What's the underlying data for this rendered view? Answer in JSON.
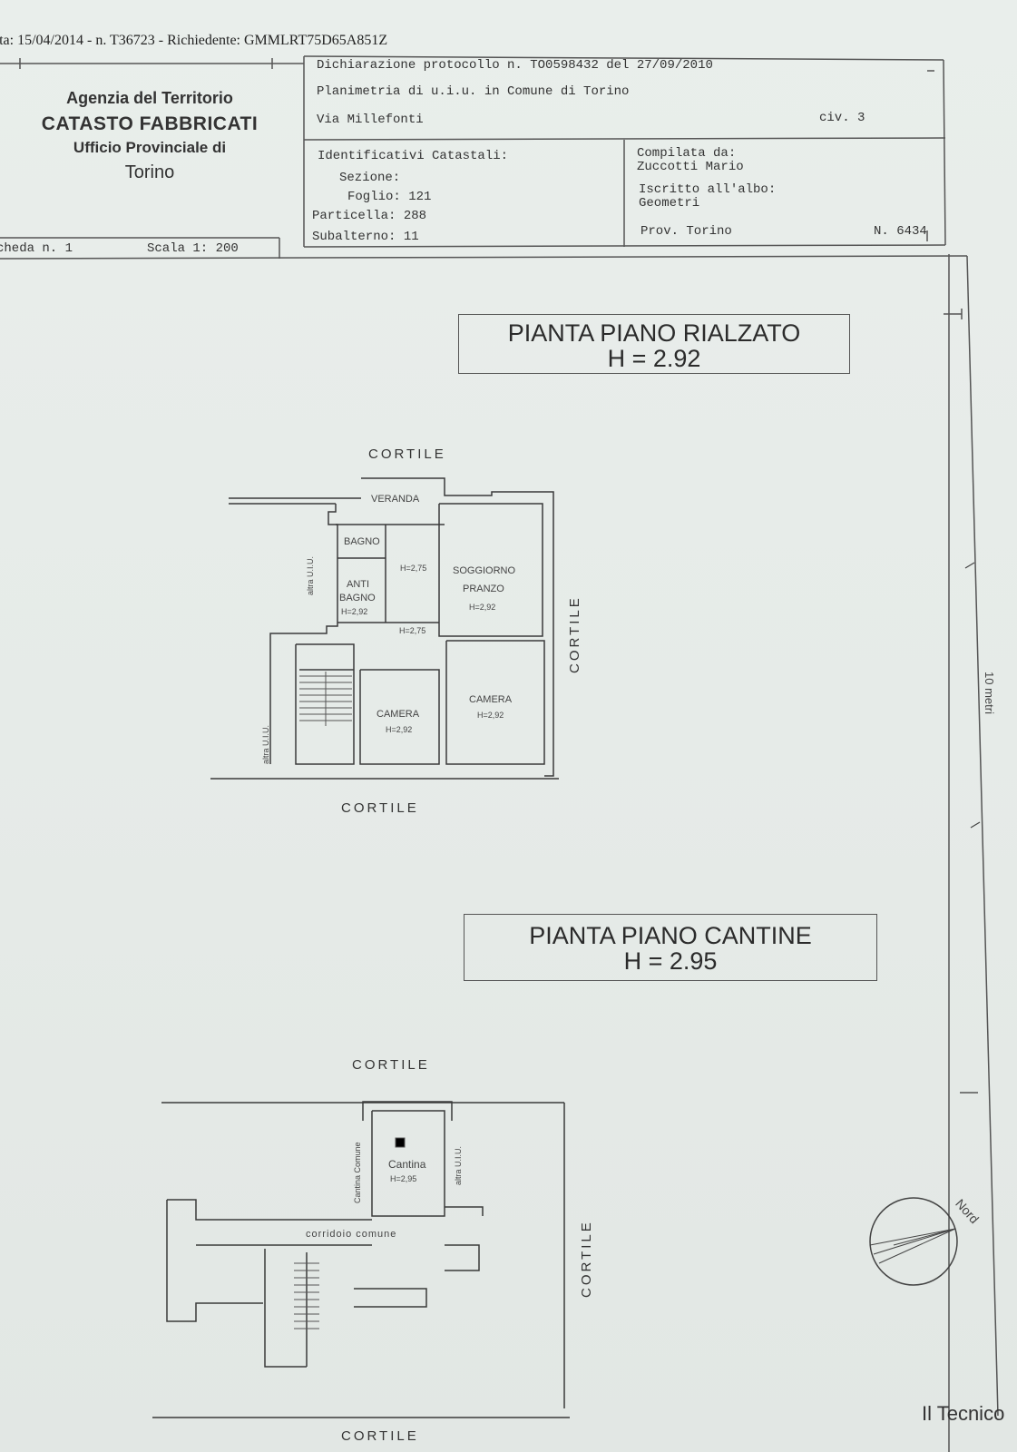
{
  "header": {
    "top_line": "ata: 15/04/2014 - n. T36723 - Richiedente: GMMLRT75D65A851Z",
    "agency": {
      "line1": "Agenzia del Territorio",
      "line2": "CATASTO FABBRICATI",
      "line3": "Ufficio Provinciale di",
      "line4": "Torino"
    },
    "scheda": "cheda n. 1",
    "scala": "Scala 1: 200",
    "dichiarazione": "Dichiarazione protocollo n. TO0598432 del 27/09/2010",
    "planimetria": "Planimetria di u.i.u. in Comune di Torino",
    "via": "Via Millefonti",
    "civ": "civ. 3",
    "identificativi_title": "Identificativi Catastali:",
    "sezione": "Sezione:",
    "foglio": "Foglio: 121",
    "particella": "Particella: 288",
    "subalterno": "Subalterno: 11",
    "compilata_title": "Compilata da:",
    "compilata_name": "Zuccotti Mario",
    "iscritto_title": "Iscritto all'albo:",
    "iscritto_value": "Geometri",
    "prov": "Prov. Torino",
    "numero": "N.  6434"
  },
  "plan_rialzato": {
    "title": "PIANTA PIANO RIALZATO",
    "height": "H = 2.92",
    "cortile_top": "CORTILE",
    "cortile_bottom": "CORTILE",
    "cortile_right": "CORTILE",
    "veranda": "VERANDA",
    "bagno": "BAGNO",
    "anti": "ANTI",
    "anti2": "BAGNO",
    "anti_h": "H=2,92",
    "corr_h1": "H=2,75",
    "corr_h2": "H=2,75",
    "soggiorno": "SOGGIORNO",
    "pranzo": "PRANZO",
    "soggiorno_h": "H=2,92",
    "camera1": "CAMERA",
    "camera1_h": "H=2,92",
    "camera2": "CAMERA",
    "camera2_h": "H=2,92",
    "altra1": "altra U.I.U.",
    "altra2": "altra U.I.U."
  },
  "plan_cantine": {
    "title": "PIANTA PIANO CANTINE",
    "height": "H = 2.95",
    "cortile_top": "CORTILE",
    "cortile_bottom": "CORTILE",
    "cortile_right": "CORTILE",
    "cantina": "Cantina",
    "cantina_h": "H=2,95",
    "cantina_comune": "Cantina Comune",
    "altra": "altra U.I.U.",
    "corridoio": "corridoio comune"
  },
  "scale_bar": "10 metri",
  "nord": "Nord",
  "tecnico": "Il Tecnico"
}
